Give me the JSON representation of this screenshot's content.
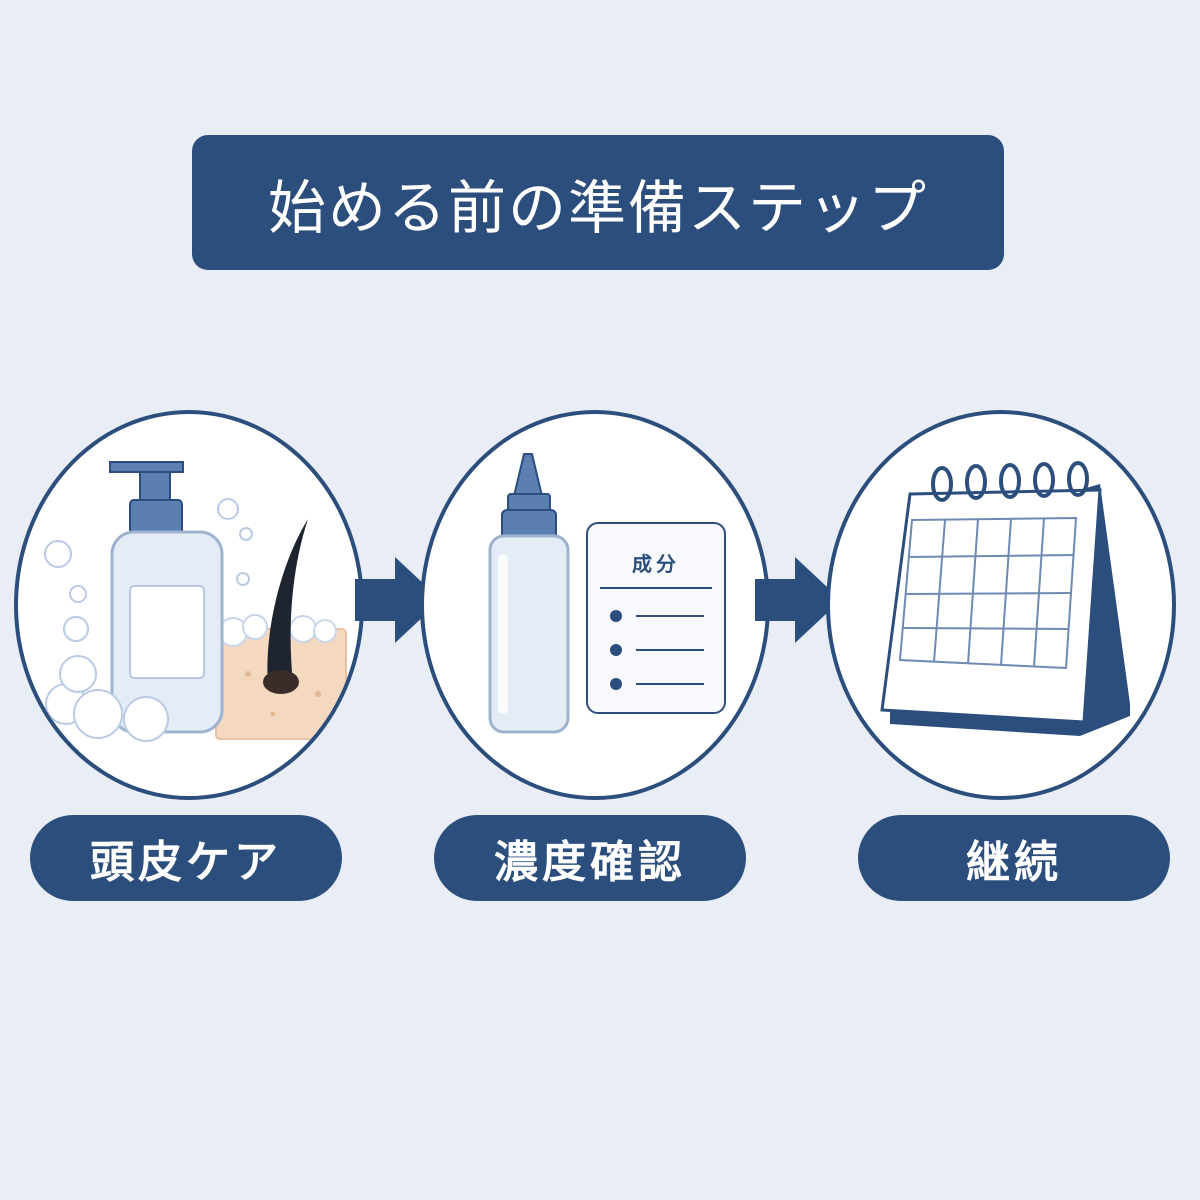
{
  "title": "始める前の準備ステップ",
  "steps": [
    {
      "label": "頭皮ケア",
      "icon": "shampoo-bottle-icon"
    },
    {
      "label": "濃度確認",
      "icon": "dropper-bottle-icon",
      "card_title": "成分"
    },
    {
      "label": "継続",
      "icon": "calendar-icon"
    }
  ],
  "colors": {
    "navy": "#2c4e7c",
    "background": "#e9eef6",
    "bottle": "#dfe8f4",
    "skin": "#f4d8bf"
  }
}
